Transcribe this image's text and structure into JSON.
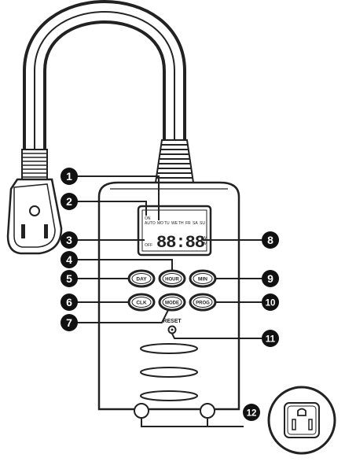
{
  "callouts": [
    "1",
    "2",
    "3",
    "4",
    "5",
    "6",
    "7",
    "8",
    "9",
    "10",
    "11",
    "12"
  ],
  "lcd": {
    "mode_on": "ON",
    "mode_auto": "AUTO",
    "mode_off": "OFF",
    "days": [
      "MO",
      "TU",
      "WE",
      "TH",
      "FR",
      "SA",
      "SU"
    ],
    "digits": "88:88",
    "am": "AM",
    "pm": "PM"
  },
  "buttons": {
    "day": "DAY",
    "hour": "HOUR",
    "min": "MIN",
    "clk": "CLK",
    "mode": "MODE",
    "prog": "PROG"
  },
  "reset_label": "RESET"
}
